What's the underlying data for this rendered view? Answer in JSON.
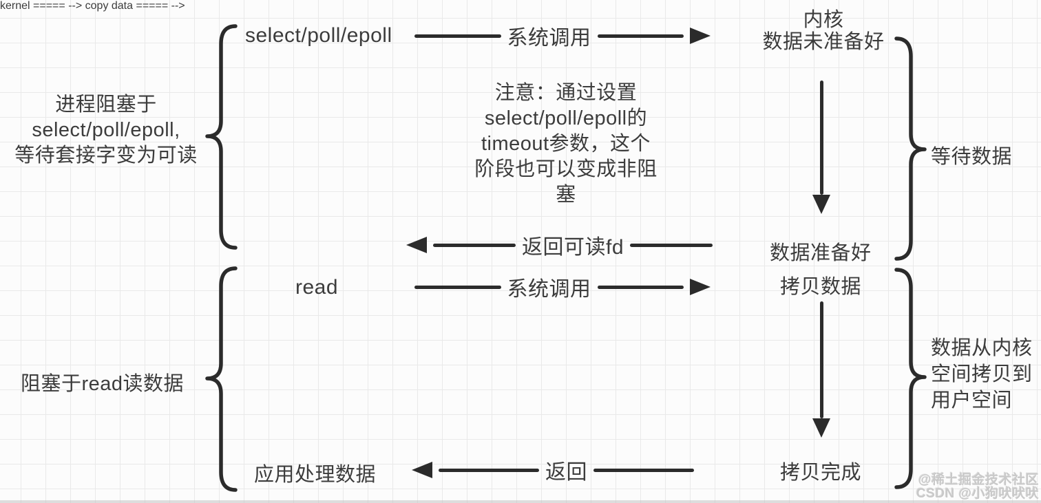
{
  "colors": {
    "ink": "#2b2b2b",
    "text": "#3c3c3c",
    "grid": "#e9e9e9",
    "bg": "#fcfcfc",
    "watermark": "#c9c9c9"
  },
  "left_annotations": {
    "select_block": {
      "lines": [
        "进程阻塞于",
        "select/poll/epoll,",
        "等待套接字变为可读"
      ]
    },
    "read_block": {
      "text": "阻塞于read读数据"
    }
  },
  "right_annotations": {
    "wait_data": "等待数据",
    "copy_block": {
      "lines": [
        "数据从内核",
        "空间拷贝到",
        "用户空间"
      ]
    }
  },
  "note": {
    "lines": [
      "注意：通过设置",
      "select/poll/epoll的",
      "timeout参数，这个",
      "阶段也可以变成非阻",
      "塞"
    ]
  },
  "flow": {
    "select_call": "select/poll/epoll",
    "syscall1_label": "系统调用",
    "kernel_state": {
      "lines": [
        "内核",
        "数据未准备好"
      ]
    },
    "return_fd_label": "返回可读fd",
    "data_ready": "数据准备好",
    "read_call": "read",
    "syscall2_label": "系统调用",
    "copy_data": "拷贝数据",
    "copy_done": "拷贝完成",
    "return_label": "返回",
    "app_process": "应用处理数据"
  },
  "watermark": {
    "line1": "@稀土掘金技术社区",
    "line2": "CSDN @小狗吠吠吠"
  }
}
